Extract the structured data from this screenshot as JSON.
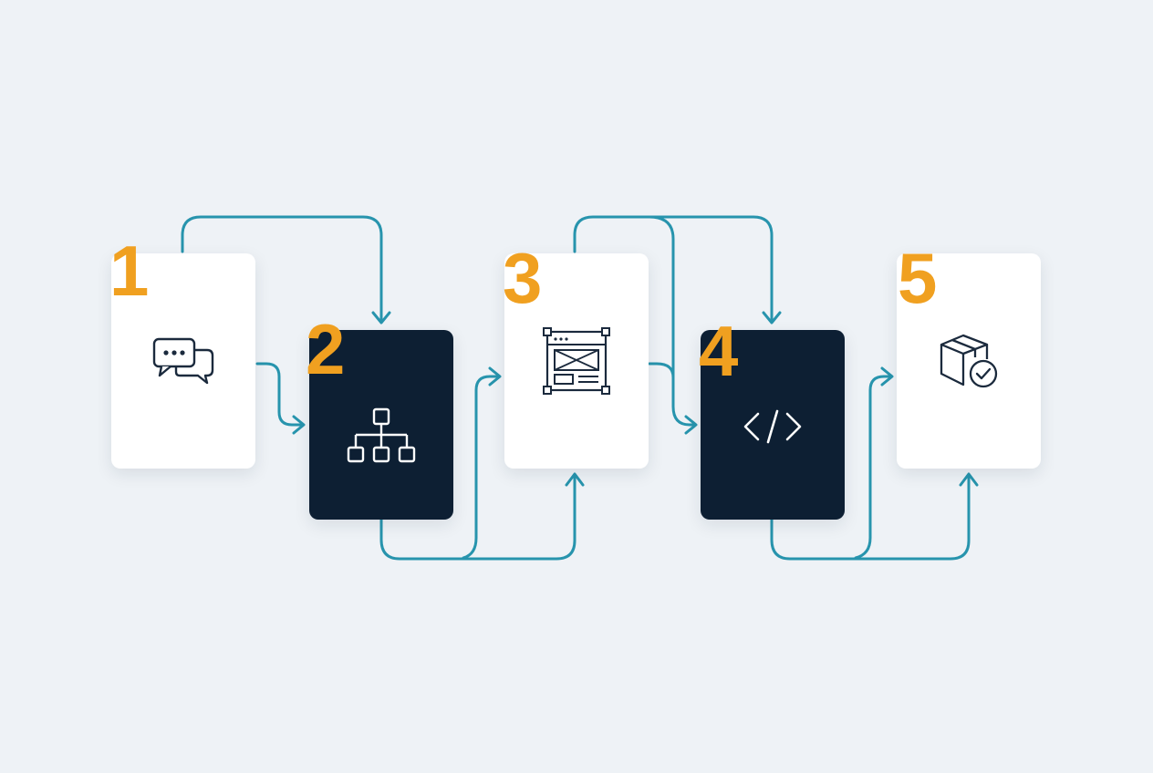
{
  "steps": [
    {
      "number": "1",
      "theme": "light",
      "icon": "chat-bubbles-icon"
    },
    {
      "number": "2",
      "theme": "dark",
      "icon": "hierarchy-icon"
    },
    {
      "number": "3",
      "theme": "light",
      "icon": "wireframe-icon"
    },
    {
      "number": "4",
      "theme": "dark",
      "icon": "code-icon"
    },
    {
      "number": "5",
      "theme": "light",
      "icon": "package-check-icon"
    }
  ],
  "colors": {
    "background": "#eef2f6",
    "card_light": "#ffffff",
    "card_dark": "#0d1f33",
    "number": "#f0a020",
    "connector": "#2794ad",
    "icon_on_light": "#1b2a3d",
    "icon_on_dark": "#ffffff"
  }
}
